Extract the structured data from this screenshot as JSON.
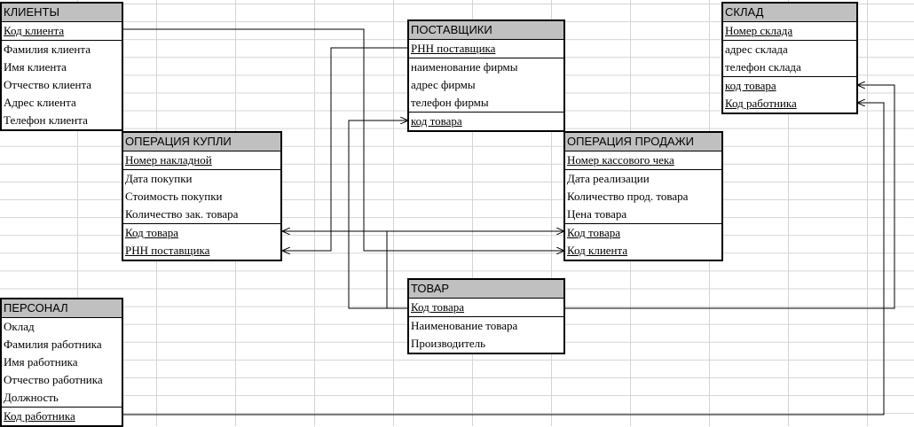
{
  "entities": {
    "clients": {
      "title": "КЛИЕНТЫ",
      "fields": [
        "Код клиента",
        "Фамилия клиента",
        "Имя клиента",
        "Отчество клиента",
        "Адрес клиента",
        "Телефон клиента"
      ]
    },
    "suppliers": {
      "title": "ПОСТАВЩИКИ",
      "fields": [
        "РНН поставщика",
        "наименование фирмы",
        "адрес фирмы",
        "телефон фирмы",
        "код товара"
      ]
    },
    "warehouse": {
      "title": "СКЛАД",
      "fields": [
        "Номер склада",
        "адрес склада",
        "телефон склада",
        "код товара",
        "Код работника"
      ]
    },
    "purchase": {
      "title": "ОПЕРАЦИЯ КУПЛИ",
      "fields": [
        "Номер накладной",
        "Дата покупки",
        "Стоимость покупки",
        "Количество зак. товара",
        "Код товара",
        "РНН поставщика"
      ]
    },
    "sale": {
      "title": "ОПЕРАЦИЯ ПРОДАЖИ",
      "fields": [
        "Номер кассового чека",
        "Дата реализации",
        "Количество прод. товара",
        "Цена товара",
        "Код товара",
        "Код клиента"
      ]
    },
    "goods": {
      "title": "ТОВАР",
      "fields": [
        "Код товара",
        "Наименование товара",
        "Производитель"
      ]
    },
    "staff": {
      "title": "ПЕРСОНАЛ",
      "fields": [
        "Оклад",
        "Фамилия работника",
        "Имя работника",
        "Отчество работника",
        "Должность",
        "Код работника"
      ]
    }
  }
}
